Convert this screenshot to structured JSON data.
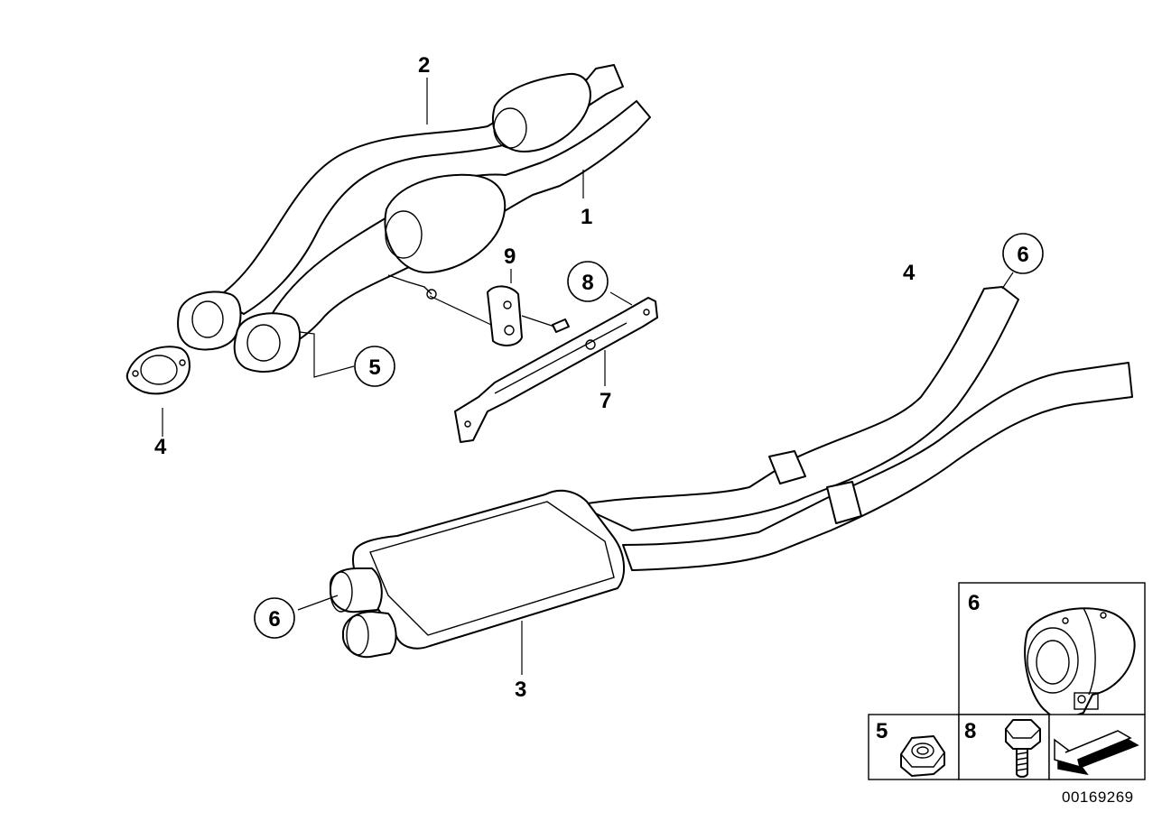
{
  "callouts": {
    "c1": "1",
    "c2": "2",
    "c3": "3",
    "c4_left": "4",
    "c4_right": "4",
    "c5": "5",
    "c6_right": "6",
    "c6_left": "6",
    "c7": "7",
    "c8": "8",
    "c9": "9"
  },
  "legend": {
    "clamp_label": "6",
    "nut_label": "5",
    "bolt_label": "8"
  },
  "document_number": "00169269",
  "icons": {
    "clamp": "pipe-clamp-icon",
    "nut": "hex-nut-icon",
    "bolt": "hex-bolt-icon",
    "arrow": "direction-arrow-icon"
  }
}
